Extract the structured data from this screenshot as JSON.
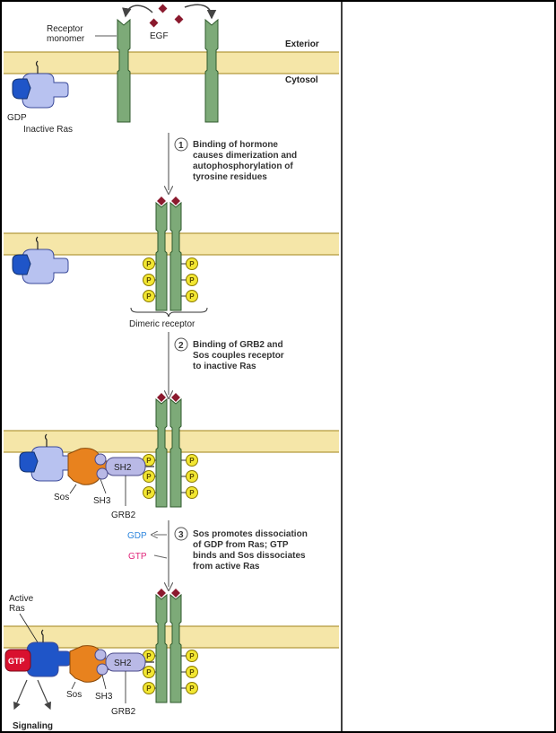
{
  "labels": {
    "receptor_monomer": [
      "Receptor",
      "monomer"
    ],
    "egf": "EGF",
    "exterior": "Exterior",
    "cytosol": "Cytosol",
    "gdp": "GDP",
    "inactive_ras": "Inactive Ras",
    "dimeric_receptor": "Dimeric receptor",
    "sos": "Sos",
    "sh3": "SH3",
    "sh2": "SH2",
    "grb2": "GRB2",
    "gdp_released": "GDP",
    "gtp_bound": "GTP",
    "active_ras": [
      "Active",
      "Ras"
    ],
    "gtp_badge": "GTP",
    "signaling": "Signaling",
    "phosphate": "P"
  },
  "steps": [
    {
      "num": "1",
      "lines": [
        "Binding of hormone",
        "causes dimerization and",
        "autophosphorylation of",
        "tyrosine residues"
      ]
    },
    {
      "num": "2",
      "lines": [
        "Binding of GRB2 and",
        "Sos couples receptor",
        "to inactive Ras"
      ]
    },
    {
      "num": "3",
      "lines": [
        "Sos promotes dissociation",
        "of GDP from Ras; GTP",
        "binds and Sos dissociates",
        "from active Ras"
      ]
    }
  ],
  "colors": {
    "membrane": "#f5e6a8",
    "receptor": "#7daa78",
    "egf": "#8b1a2e",
    "ras": "#b8c2f0",
    "gdp_blue": "#1f55c8",
    "sos": "#e8821e",
    "grb2": "#b9b9e6",
    "phosphate": "#f2e632",
    "gtp_red": "#d9112f",
    "gdp_text": "#2e86de",
    "gtp_text": "#e0267a"
  }
}
